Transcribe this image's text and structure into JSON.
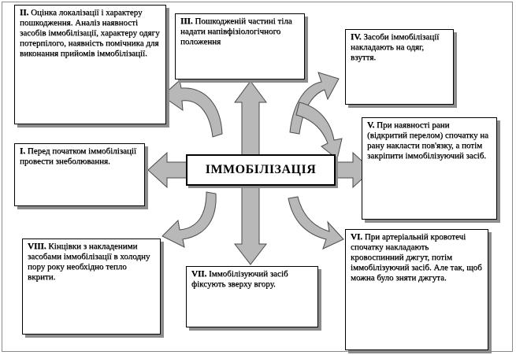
{
  "diagram": {
    "center_label": "ІММОБІЛІЗАЦІЯ",
    "boxes": [
      {
        "id": "II",
        "num": "ІІ.",
        "text": "Оцінка локалізації і характеру пошкодження. Аналіз наявності засобів іммобілізації, характеру одягу потерпілого, наявність помічника для виконання прийомів іммобілізації."
      },
      {
        "id": "III",
        "num": "ІІІ.",
        "text": "Пошкодженій частині тіла надати напівфізіологічного положення"
      },
      {
        "id": "IV",
        "num": "IV.",
        "text": "Засоби іммобілізації накладають на одяг, взуття."
      },
      {
        "id": "V",
        "num": "V.",
        "text": "При наявності рани (відкритий перелом) спочатку на рану накласти пов'язку, а потім закріпити іммобілізуючий засіб."
      },
      {
        "id": "I",
        "num": "І.",
        "text": "Перед початком іммобілізації провести знеболювання."
      },
      {
        "id": "VI",
        "num": "VI.",
        "text": "При артеріальній кровотечі спочатку накладають кровоспинний джгут, потім іммобілізуючий засіб. Але так, щоб можна було зняти джгута."
      },
      {
        "id": "VII",
        "num": "VII.",
        "text": "Іммобілізуючий засіб фіксують зверху вгору."
      },
      {
        "id": "VIII",
        "num": "VIII.",
        "text": "Кінцівки з накладеними засобами іммобілізації в холодну пору року необхідно тепло вкрити."
      }
    ]
  },
  "colors": {
    "arrow_fill": "#b8b8b8",
    "arrow_stroke": "#4a4a4a",
    "shadow": "#8c8c8c",
    "frame": "#8a8a8a"
  }
}
